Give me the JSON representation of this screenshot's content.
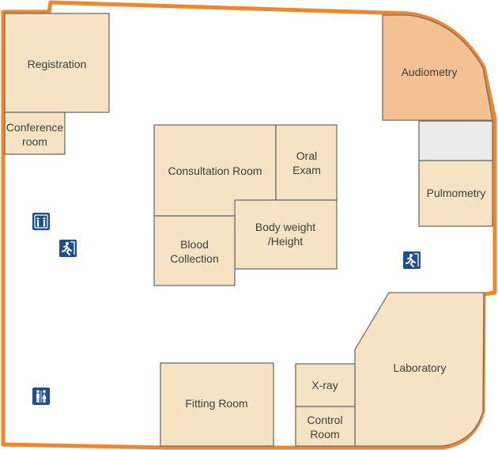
{
  "map": {
    "rooms": {
      "registration": "Registration",
      "conference_line1": "Conference",
      "conference_line2": "room",
      "audiometry": "Audiometry",
      "pulmometry": "Pulmometry",
      "consultation": "Consultation Room",
      "oral_line1": "Oral",
      "oral_line2": "Exam",
      "body_line1": "Body weight",
      "body_line2": "/Height",
      "blood_line1": "Blood",
      "blood_line2": "Collection",
      "laboratory": "Laboratory",
      "xray": "X-ray",
      "control_line1": "Control",
      "control_line2": "Room",
      "fitting": "Fitting Room"
    },
    "icons": {
      "elevator": "elevator-icon",
      "emergency_exit": "emergency-exit-icon",
      "restroom": "restroom-icon"
    },
    "colors": {
      "wall": "#f0852a",
      "room_fill": "#f6e3c3",
      "audiometry_fill": "#f3c194",
      "empty_room_fill": "#ebebeb",
      "icon_bg": "#1f4f8f"
    }
  }
}
